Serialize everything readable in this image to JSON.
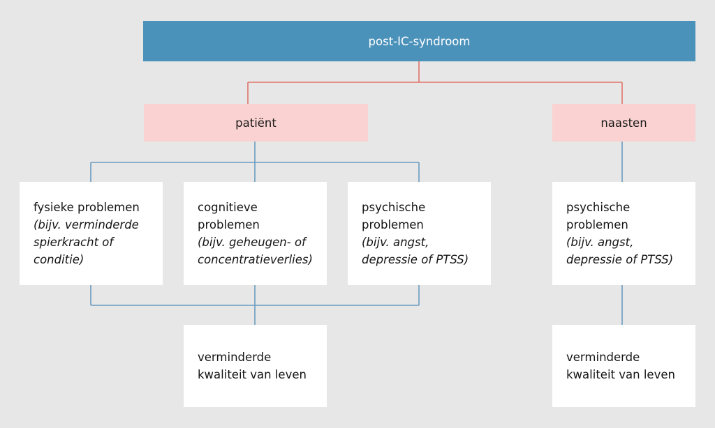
{
  "diagram": {
    "title": "post-IC-syndroom",
    "background_color": "#e7e7e7",
    "colors": {
      "root_fill": "#4b92bb",
      "root_text": "#ffffff",
      "group_fill": "#fad2d1",
      "leaf_fill": "#ffffff",
      "connector_red": "#e0736c",
      "connector_blue": "#6a9cc0"
    },
    "root": {
      "label": "post-IC-syndroom"
    },
    "groups": [
      {
        "id": "patient",
        "label": "patiënt"
      },
      {
        "id": "naasten",
        "label": "naasten"
      }
    ],
    "patient_problems": [
      {
        "title": "fysieke problemen",
        "note_line1": "(bijv. verminderde",
        "note_line2": "spierkracht of",
        "note_line3": "conditie)"
      },
      {
        "title_line1": "cognitieve",
        "title_line2": "problemen",
        "note_line1": "(bijv. geheugen- of",
        "note_line2": "concentratieverlies)"
      },
      {
        "title_line1": "psychische",
        "title_line2": "problemen",
        "note_line1": "(bijv. angst,",
        "note_line2": "depressie of PTSS)"
      }
    ],
    "naasten_problems": [
      {
        "title_line1": "psychische",
        "title_line2": "problemen",
        "note_line1": "(bijv. angst,",
        "note_line2": "depressie of PTSS)"
      }
    ],
    "outcomes": [
      {
        "id": "patient-outcome",
        "line1": "verminderde",
        "line2": "kwaliteit van leven"
      },
      {
        "id": "naasten-outcome",
        "line1": "verminderde",
        "line2": "kwaliteit van leven"
      }
    ]
  }
}
